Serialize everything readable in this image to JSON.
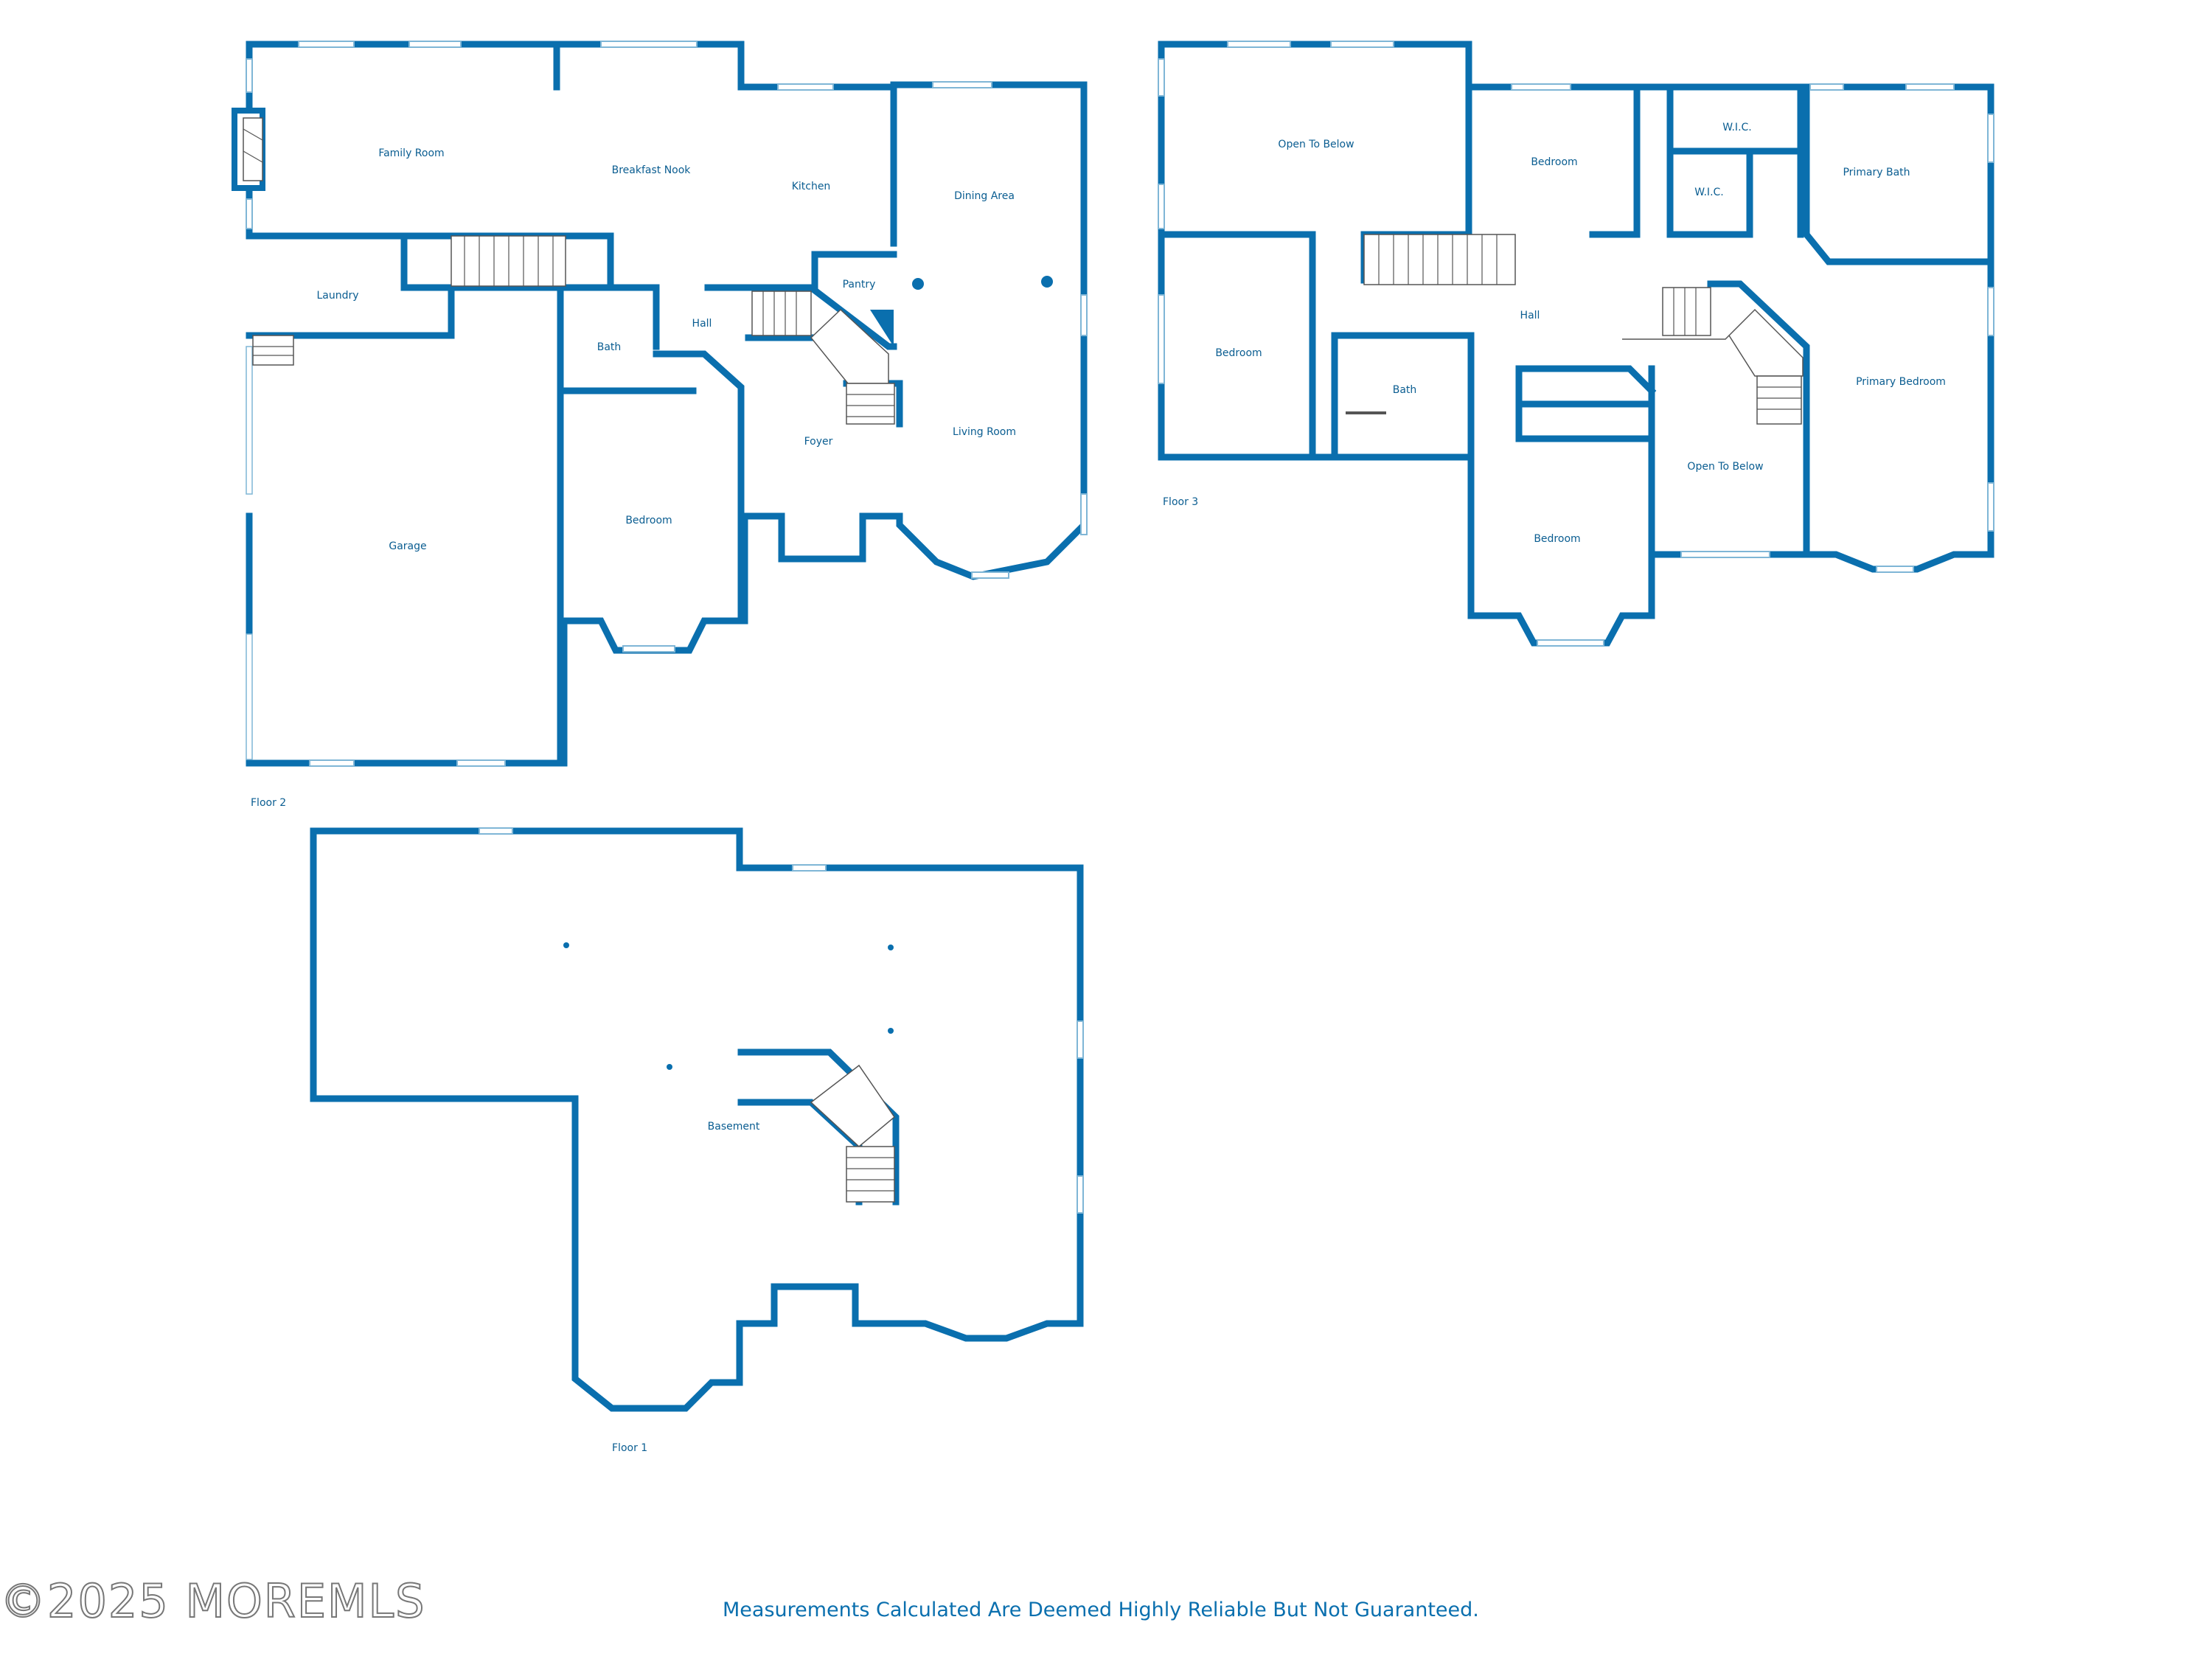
{
  "floors": [
    {
      "label": "Floor 2",
      "rooms": [
        "Family Room",
        "Breakfast Nook",
        "Kitchen",
        "Dining Area",
        "Pantry",
        "Laundry",
        "Hall",
        "Bath",
        "Foyer",
        "Living Room",
        "Bedroom",
        "Garage"
      ]
    },
    {
      "label": "Floor 3",
      "rooms": [
        "Open To Below",
        "Bedroom",
        "W.I.C.",
        "W.I.C.",
        "Primary Bath",
        "Hall",
        "Bedroom",
        "Bath",
        "Primary Bedroom",
        "Open To Below",
        "Bedroom"
      ]
    },
    {
      "label": "Floor 1",
      "rooms": [
        "Basement"
      ]
    }
  ],
  "copyright": "©2025 MOREMLS",
  "disclaimer": "Measurements Calculated Are Deemed Highly Reliable But Not Guaranteed.",
  "colors": {
    "wall": "#0a6fae",
    "label": "#0a5d91",
    "window": "#7fb6d6"
  }
}
